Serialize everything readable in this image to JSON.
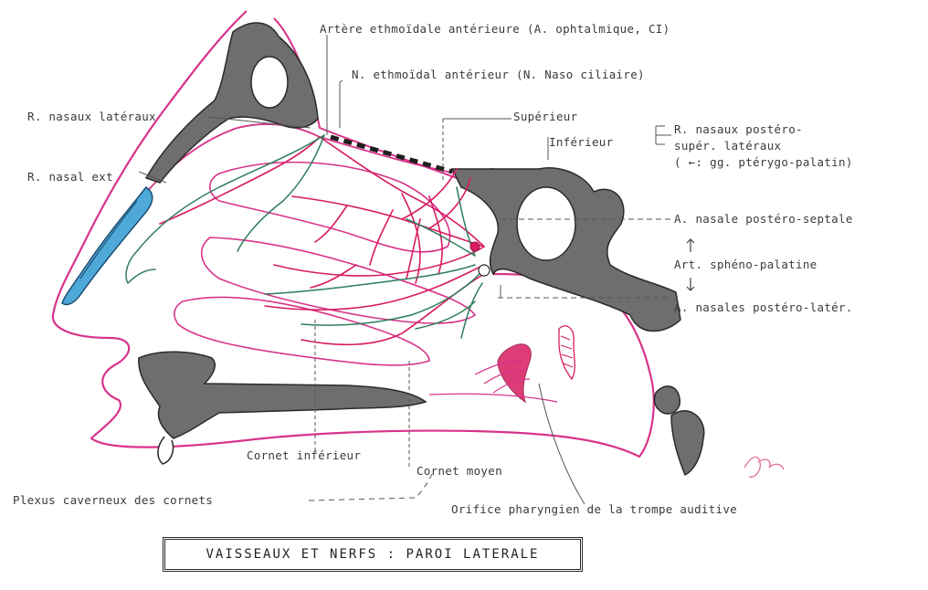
{
  "title": "VAISSEAUX ET NERFS : PAROI LATERALE",
  "labels": {
    "art_ethmoidale_ant": "Artère ethmoïdale antérieure (A. ophtalmique, CI)",
    "n_ethmoidal_ant": "N. ethmoïdal antérieur (N. Naso ciliaire)",
    "r_nasaux_lateraux": "R. nasaux latéraux",
    "r_nasal_ext": "R. nasal ext",
    "superieur": "Supérieur",
    "inferieur": "Inférieur",
    "r_nasaux_postero_sup_1": "R. nasaux postéro-",
    "r_nasaux_postero_sup_2": "supér. latéraux",
    "r_nasaux_postero_sup_3": "( ←: gg. ptérygo-palatin)",
    "a_nasale_postero_septale": "A. nasale postéro-septale",
    "art_spheno_palatine": "Art. sphéno-palatine",
    "a_nasales_postero_later": "A. nasales postéro-latér.",
    "cornet_inferieur": "Cornet inférieur",
    "cornet_moyen": "Cornet moyen",
    "plexus_caverneux": "Plexus caverneux des cornets",
    "orifice_pharyngien": "Orifice pharyngien de la trompe auditive"
  },
  "colors": {
    "artery": "#d81b60",
    "nerve": "#2e7d5b",
    "bone": "#6e6e6e",
    "mucosa_outline": "#d8338a",
    "ink": "#2a2a2a",
    "nasal_bone_fill": "#4fa9d8"
  }
}
